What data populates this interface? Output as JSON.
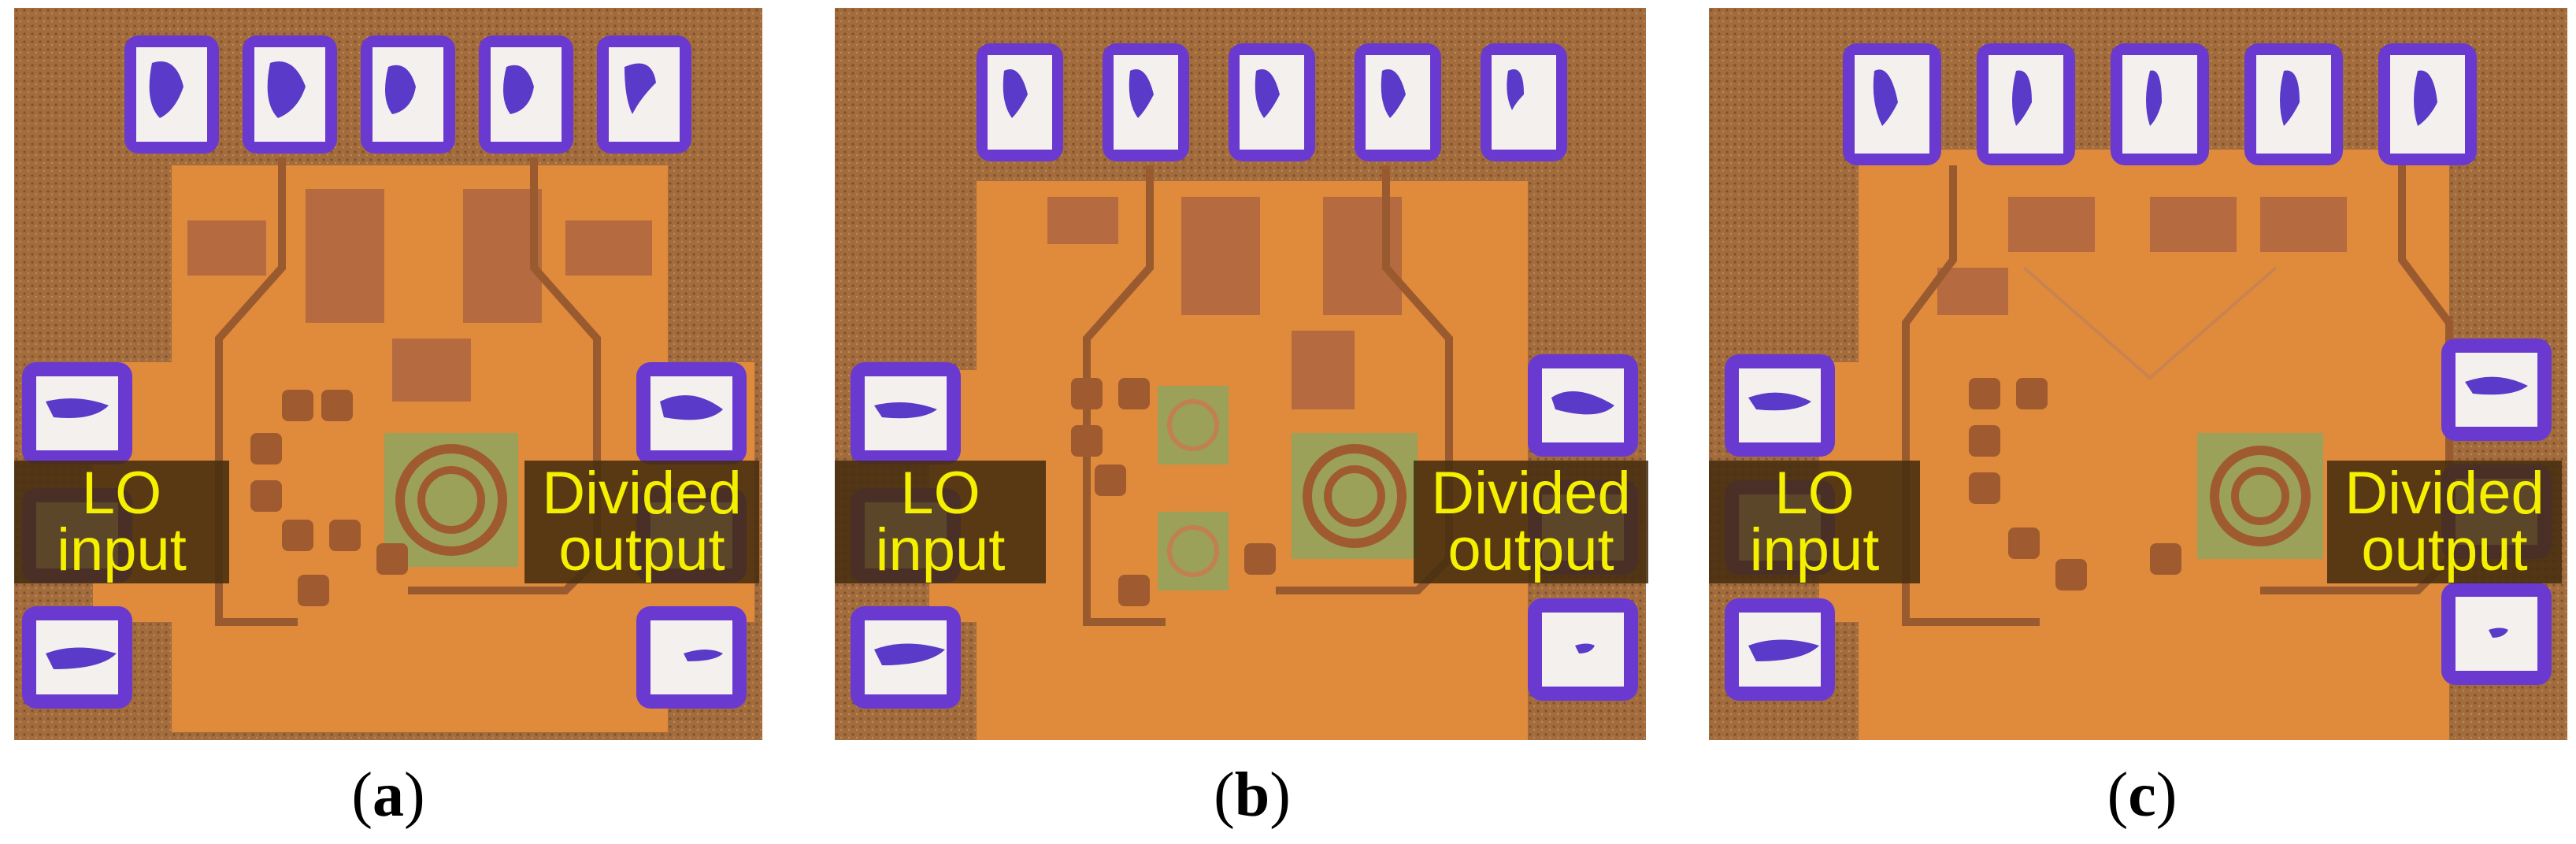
{
  "figure": {
    "panels": [
      {
        "id": "a",
        "caption_open": "(",
        "caption_letter": "a",
        "caption_close": ")",
        "lo_label_line1": "LO",
        "lo_label_line2": "input",
        "out_label_line1": "Divided",
        "out_label_line2": "output"
      },
      {
        "id": "b",
        "caption_open": "(",
        "caption_letter": "b",
        "caption_close": ")",
        "lo_label_line1": "LO",
        "lo_label_line2": "input",
        "out_label_line1": "Divided",
        "out_label_line2": "output"
      },
      {
        "id": "c",
        "caption_open": "(",
        "caption_letter": "c",
        "caption_close": ")",
        "lo_label_line1": "LO",
        "lo_label_line2": "input",
        "out_label_line1": "Divided",
        "out_label_line2": "output"
      }
    ],
    "colors": {
      "substrate": "#a06a3a",
      "die": "#e08a3c",
      "pad_ring": "#6a3ad0",
      "pad_fill": "#f4f0ee",
      "probe_mark": "#5a3ac8",
      "label_text": "#f5f000"
    }
  }
}
